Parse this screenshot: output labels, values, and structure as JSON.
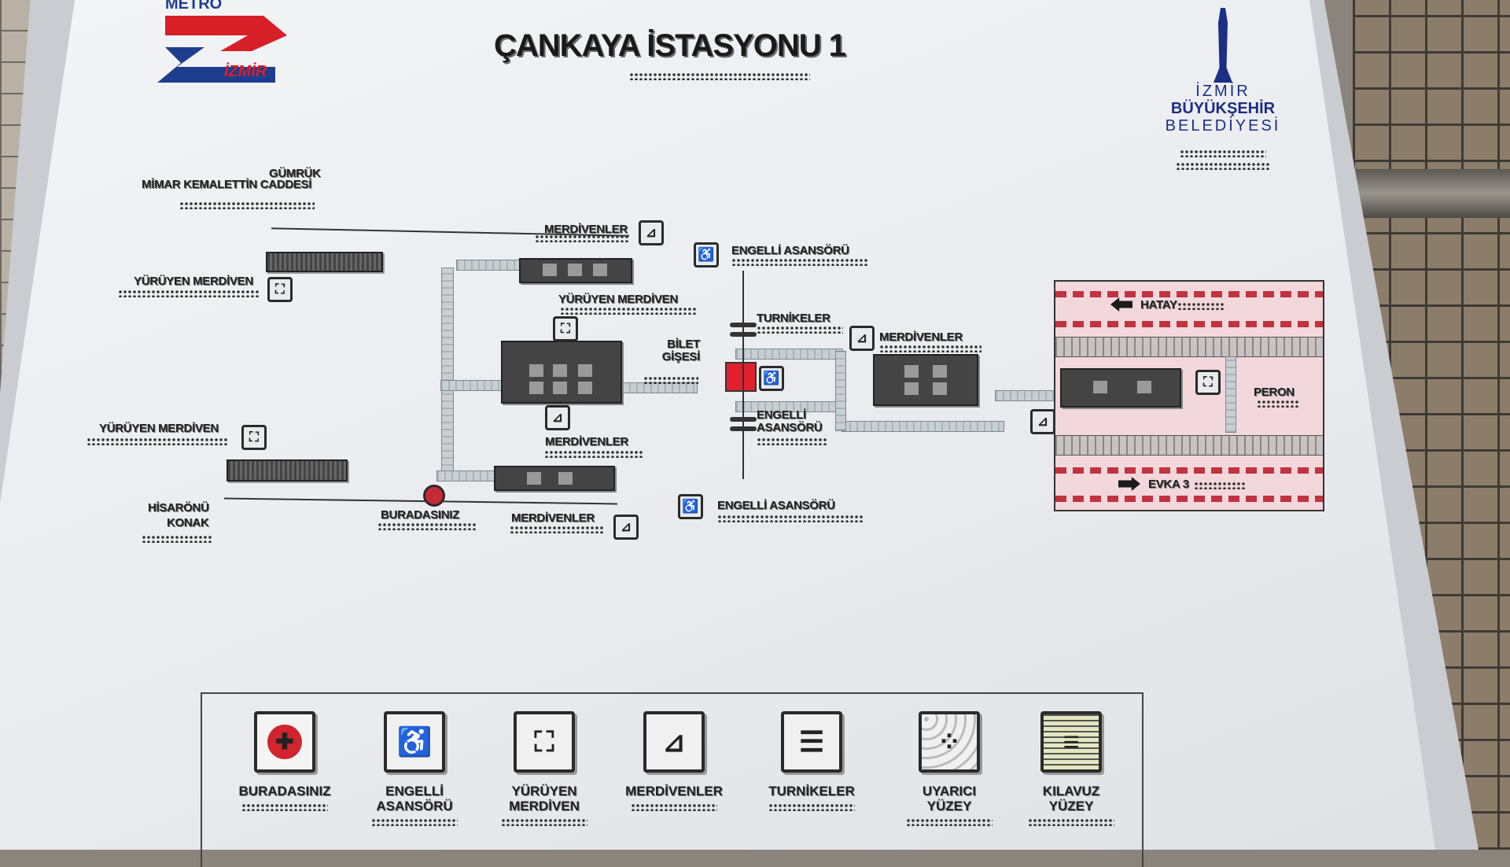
{
  "title": "ÇANKAYA İSTASYONU 1",
  "logos": {
    "metro_top": "METRO",
    "metro_bottom": "İZMİR",
    "municipality_line1": "İZMİR",
    "municipality_line2": "BÜYÜKŞEHİR",
    "municipality_line3": "BELEDİYESİ"
  },
  "map_labels": {
    "street_top": "GÜMRÜK",
    "street_top2": "MİMAR KEMALETTİN CADDESİ",
    "street_bottom": "HİSARÖNÜ",
    "street_bottom2": "KONAK",
    "escalator_top_left": "YÜRÜYEN MERDİVEN",
    "escalator_mid_left": "YÜRÜYEN MERDİVEN",
    "escalator_center": "YÜRÜYEN MERDİVEN",
    "stairs_top": "MERDİVENLER",
    "stairs_center": "MERDİVENLER",
    "stairs_bottom": "MERDİVENLER",
    "stairs_right": "MERDİVENLER",
    "elevator_top": "ENGELLİ ASANSÖRÜ",
    "elevator_mid": "ENGELLİ ASANSÖRÜ",
    "elevator_bottom": "ENGELLİ ASANSÖRÜ",
    "turnstiles": "TURNİKELER",
    "ticket_office": "BİLET GİŞESİ",
    "you_are_here": "BURADASINIZ",
    "platform": "PERON",
    "direction_top": "HATAY",
    "direction_bottom": "EVKA 3"
  },
  "legend": [
    {
      "label": "BURADASINIZ",
      "icon": "you-are-here-icon",
      "glyph": "✚"
    },
    {
      "label": "ENGELLİ ASANSÖRÜ",
      "icon": "wheelchair-icon",
      "glyph": "♿"
    },
    {
      "label": "YÜRÜYEN MERDİVEN",
      "icon": "escalator-icon",
      "glyph": "⛶"
    },
    {
      "label": "MERDİVENLER",
      "icon": "stairs-icon",
      "glyph": "⊿"
    },
    {
      "label": "TURNİKELER",
      "icon": "turnstile-icon",
      "glyph": "☰"
    },
    {
      "label": "UYARICI YÜZEY",
      "icon": "warning-surface-icon",
      "glyph": "⁘"
    },
    {
      "label": "KILAVUZ YÜZEY",
      "icon": "guide-surface-icon",
      "glyph": "≡"
    }
  ],
  "colors": {
    "accent_red": "#e1202e",
    "metro_blue": "#1d3d8f",
    "platform_pink": "#f2d7dc"
  }
}
